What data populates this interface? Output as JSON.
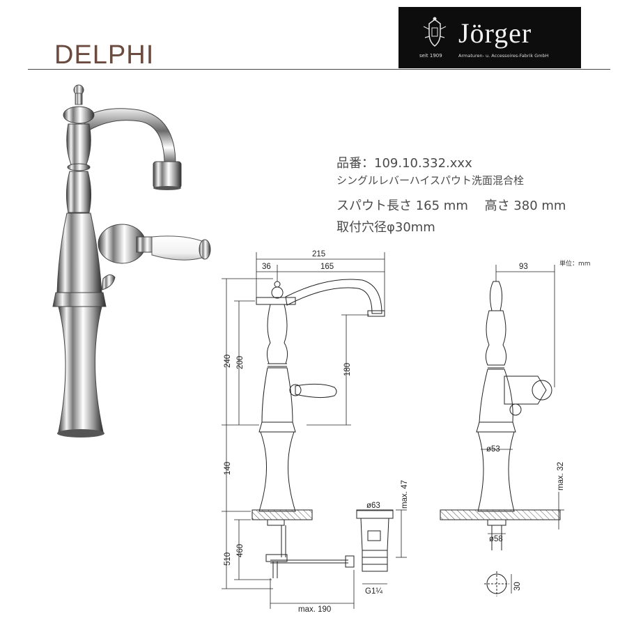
{
  "header": {
    "title": "DELPHI"
  },
  "logo": {
    "brand": "Jörger",
    "since": "seit 1909",
    "subtitle": "Armaturen- u. Accessoires-Fabrik GmbH"
  },
  "specs": {
    "part_no": "品番：109.10.332.xxx",
    "description": "シングルレバーハイスパウト洗面混合栓",
    "dimensions": "スパウト長さ 165 mm　 高さ 380 mm",
    "hole": "取付穴径φ30mm"
  },
  "drawing": {
    "unit_note": "単位：mm",
    "front": {
      "d215": "215",
      "d36": "36",
      "d165": "165",
      "d240": "240",
      "d200": "200",
      "d180": "180",
      "d140": "140",
      "d510": "510",
      "d460": "460",
      "dmax190": "max. 190",
      "d63": "ø63",
      "dmax47": "max. 47",
      "dG": "G1¼"
    },
    "side": {
      "d93": "93",
      "d53": "ø53",
      "dmax32": "max. 32",
      "d58": "ø58",
      "d30": "30"
    }
  }
}
